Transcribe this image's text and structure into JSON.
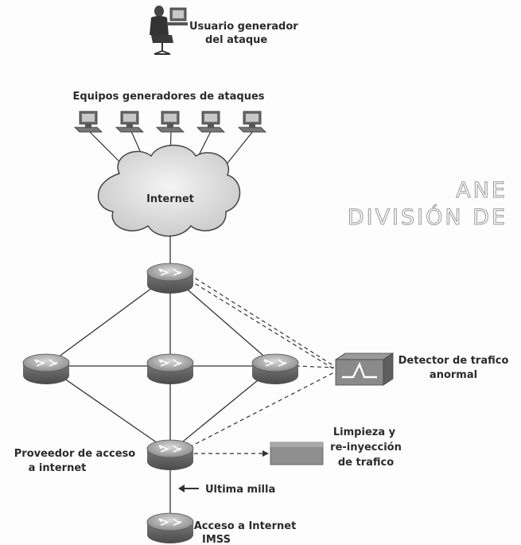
{
  "diagram": {
    "attacker": {
      "label_line1": "Usuario generador",
      "label_line2": "del ataque",
      "icon": "person-at-computer-icon"
    },
    "attack_computers": {
      "label": "Equipos generadores de ataques",
      "count": 5,
      "icon": "desktop-computer-icon"
    },
    "cloud": {
      "label": "Internet",
      "icon": "cloud-icon"
    },
    "detector": {
      "label_line1": "Detector de trafico",
      "label_line2": "anormal",
      "icon": "anomaly-detector-icon"
    },
    "cleaning": {
      "label_line1": "Limpieza y",
      "label_line2": "re-inyección",
      "label_line3": "de trafico",
      "icon": "cleaning-device-icon"
    },
    "isp": {
      "label_line1": "Proveedor de acceso",
      "label_line2": "a internet"
    },
    "last_mile": {
      "label": "Ultima milla",
      "icon": "arrow-left-icon"
    },
    "customer": {
      "label_line1": "Acceso a Internet",
      "label_line2": "IMSS"
    },
    "router_icon": "router-icon",
    "watermark": {
      "line1": "ANE",
      "line2": "DIVISIÓN DE"
    }
  }
}
